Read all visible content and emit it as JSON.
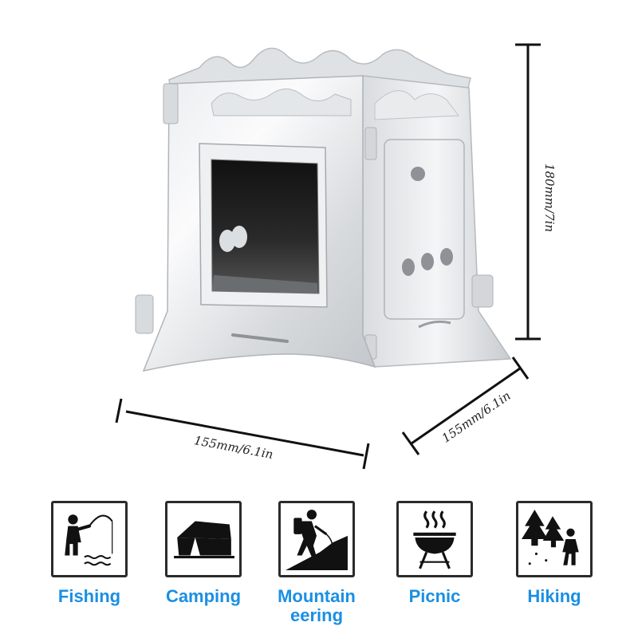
{
  "dimensions": {
    "height": "180mm/7in",
    "width": "155mm/6.1in",
    "depth": "155mm/6.1in"
  },
  "colors": {
    "activity_label": "#1a8fe3",
    "icon_frame": "#2b2b2b",
    "steel_light": "#f2f3f4",
    "steel_mid": "#cfd2d5",
    "steel_dark": "#a8acb0"
  },
  "activities": [
    {
      "label": "Fishing",
      "icon": "fishing-icon"
    },
    {
      "label": "Camping",
      "icon": "tent-icon"
    },
    {
      "label": "Mountaineering",
      "line1": "Mountain",
      "line2": "eering",
      "icon": "mountaineering-icon"
    },
    {
      "label": "Picnic",
      "icon": "bbq-grill-icon"
    },
    {
      "label": "Hiking",
      "icon": "hiking-icon"
    }
  ]
}
